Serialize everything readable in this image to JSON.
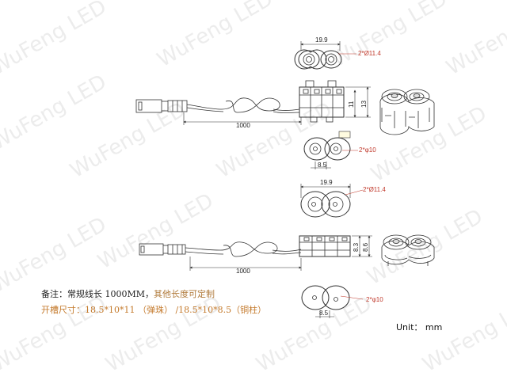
{
  "watermark": "WuFeng LED",
  "drawing_top": {
    "dim_width": "19.9",
    "dim_hole_dia": "2*Ø11.4",
    "dim_cable": "1000",
    "dim_h1": "11",
    "dim_h2": "13",
    "dim_mount_hole": "2*φ10",
    "dim_pitch": "8.5"
  },
  "drawing_bottom": {
    "dim_width": "19.9",
    "dim_hole_dia": "2*Ø11.4",
    "dim_cable": "1000",
    "dim_h1": "8.3",
    "dim_h2": "8.6",
    "dim_mount_hole": "2*φ10",
    "dim_pitch": "8.5"
  },
  "notes": {
    "line1_a": "备注：常规线长 1000MM，",
    "line1_b": "其他长度可定制",
    "line2": "开槽尺寸：18.5*10*11 （弹珠） /18.5*10*8.5（铜柱）"
  },
  "unit_label": "Unit： mm"
}
